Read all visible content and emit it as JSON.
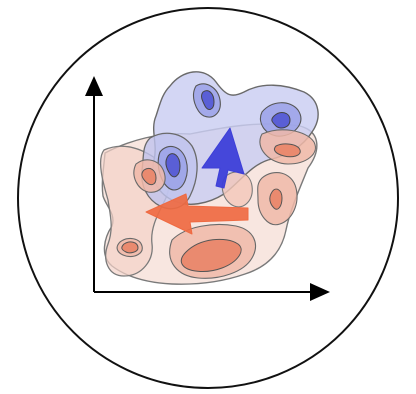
{
  "diagram": {
    "axes": {
      "x_label": "",
      "y_label": ""
    },
    "colors": {
      "circle_stroke": "#111111",
      "axis": "#000000",
      "blue_fill": "#c9cdf2",
      "blue_mid": "#8f97e6",
      "blue_dark": "#5a5fd6",
      "blue_arrow": "#3d3fd8",
      "orange_fill": "#f6ddd6",
      "orange_mid": "#f0b8a8",
      "orange_dark": "#ea8a6f",
      "orange_arrow": "#ef6a42",
      "outline": "#6a6a6a"
    },
    "arrows": [
      {
        "name": "blue-arrow",
        "direction": "up",
        "color": "#3d3fd8"
      },
      {
        "name": "orange-arrow",
        "direction": "left",
        "color": "#ef6a42"
      }
    ]
  }
}
